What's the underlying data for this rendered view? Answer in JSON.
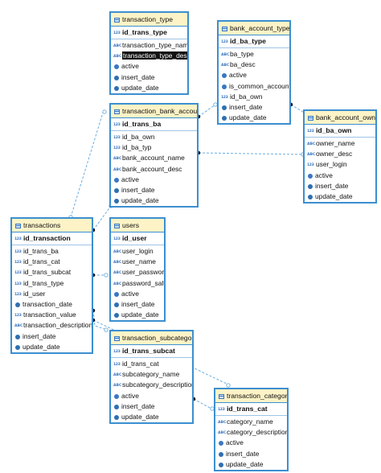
{
  "entities": [
    {
      "id": "transaction_type",
      "title": "transaction_type",
      "pk": "id_trans_type",
      "pk_type": "num",
      "columns": [
        {
          "name": "transaction_type_name",
          "type": "text"
        },
        {
          "name": "transaction_type_desc",
          "type": "text",
          "highlighted": true
        },
        {
          "name": "active",
          "type": "bool"
        },
        {
          "name": "insert_date",
          "type": "date"
        },
        {
          "name": "update_date",
          "type": "date"
        }
      ]
    },
    {
      "id": "bank_account_types",
      "title": "bank_account_types",
      "pk": "id_ba_type",
      "pk_type": "num",
      "columns": [
        {
          "name": "ba_type",
          "type": "text"
        },
        {
          "name": "ba_desc",
          "type": "text"
        },
        {
          "name": "active",
          "type": "bool"
        },
        {
          "name": "is_common_account",
          "type": "bool"
        },
        {
          "name": "id_ba_own",
          "type": "num"
        },
        {
          "name": "insert_date",
          "type": "date"
        },
        {
          "name": "update_date",
          "type": "date"
        }
      ]
    },
    {
      "id": "transaction_bank_accounts",
      "title": "transaction_bank_accounts",
      "pk": "id_trans_ba",
      "pk_type": "num",
      "columns": [
        {
          "name": "id_ba_own",
          "type": "num"
        },
        {
          "name": "id_ba_typ",
          "type": "num"
        },
        {
          "name": "bank_account_name",
          "type": "text"
        },
        {
          "name": "bank_account_desc",
          "type": "text"
        },
        {
          "name": "active",
          "type": "bool"
        },
        {
          "name": "insert_date",
          "type": "date"
        },
        {
          "name": "update_date",
          "type": "date"
        }
      ]
    },
    {
      "id": "bank_account_owner",
      "title": "bank_account_owner",
      "pk": "id_ba_own",
      "pk_type": "num",
      "columns": [
        {
          "name": "owner_name",
          "type": "text"
        },
        {
          "name": "owner_desc",
          "type": "text"
        },
        {
          "name": "user_login",
          "type": "num"
        },
        {
          "name": "active",
          "type": "bool"
        },
        {
          "name": "insert_date",
          "type": "date"
        },
        {
          "name": "update_date",
          "type": "date"
        }
      ]
    },
    {
      "id": "transactions",
      "title": "transactions",
      "pk": "id_transaction",
      "pk_type": "num",
      "columns": [
        {
          "name": "id_trans_ba",
          "type": "num"
        },
        {
          "name": "id_trans_cat",
          "type": "num"
        },
        {
          "name": "id_trans_subcat",
          "type": "num"
        },
        {
          "name": "id_trans_type",
          "type": "num"
        },
        {
          "name": "id_user",
          "type": "num"
        },
        {
          "name": "transaction_date",
          "type": "date"
        },
        {
          "name": "transaction_value",
          "type": "num"
        },
        {
          "name": "transaction_description",
          "type": "text"
        },
        {
          "name": "insert_date",
          "type": "date"
        },
        {
          "name": "update_date",
          "type": "date"
        }
      ]
    },
    {
      "id": "users",
      "title": "users",
      "pk": "id_user",
      "pk_type": "num",
      "columns": [
        {
          "name": "user_login",
          "type": "text"
        },
        {
          "name": "user_name",
          "type": "text"
        },
        {
          "name": "user_password",
          "type": "text"
        },
        {
          "name": "password_salt",
          "type": "text"
        },
        {
          "name": "active",
          "type": "bool"
        },
        {
          "name": "insert_date",
          "type": "date"
        },
        {
          "name": "update_date",
          "type": "date"
        }
      ]
    },
    {
      "id": "transaction_subcategory",
      "title": "transaction_subcategory",
      "pk": "id_trans_subcat",
      "pk_type": "num",
      "columns": [
        {
          "name": "id_trans_cat",
          "type": "num"
        },
        {
          "name": "subcategory_name",
          "type": "text"
        },
        {
          "name": "subcategory_description",
          "type": "text"
        },
        {
          "name": "active",
          "type": "bool"
        },
        {
          "name": "insert_date",
          "type": "date"
        },
        {
          "name": "update_date",
          "type": "date"
        }
      ]
    },
    {
      "id": "transaction_category",
      "title": "transaction_category",
      "pk": "id_trans_cat",
      "pk_type": "num",
      "columns": [
        {
          "name": "category_name",
          "type": "text"
        },
        {
          "name": "category_description",
          "type": "text"
        },
        {
          "name": "active",
          "type": "bool"
        },
        {
          "name": "insert_date",
          "type": "date"
        },
        {
          "name": "update_date",
          "type": "date"
        }
      ]
    }
  ],
  "type_icons": {
    "num": "123",
    "text": "ABC",
    "bool": "bool-dot-icon",
    "date": "date-dot-icon"
  },
  "colors": {
    "border": "#3c8fd0",
    "header": "#fdf3c7",
    "link": "#6aaee0",
    "highlight": "#111111"
  }
}
